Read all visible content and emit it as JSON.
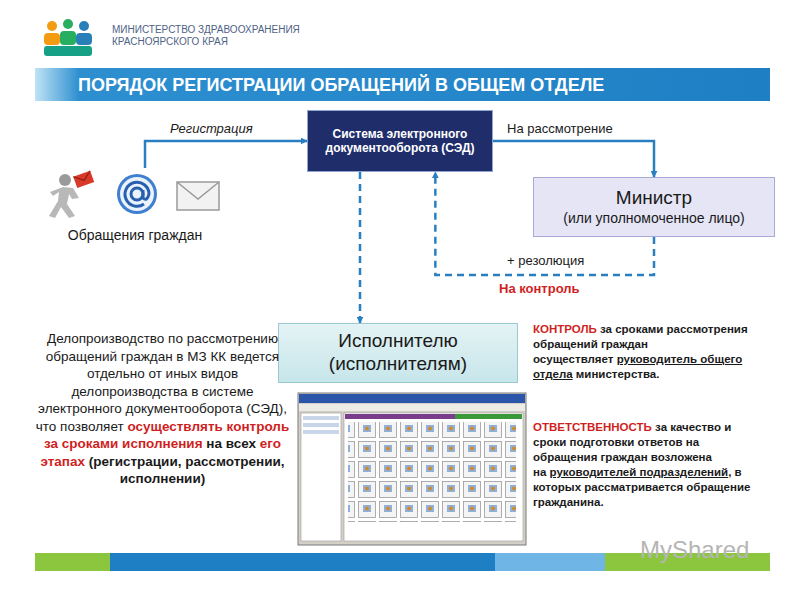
{
  "diagram": {
    "title": "ПОРЯДОК РЕГИСТРАЦИИ ОБРАЩЕНИЙ В ОБЩЕМ ОТДЕЛЕ",
    "nodes": [
      {
        "text": [
          "Обращения граждан"
        ]
      },
      {
        "text": [
          "Система электронного документооборота (СЭД)"
        ]
      },
      {
        "text": [
          "Министр",
          "(или уполномоченное лицо)"
        ]
      },
      {
        "text": [
          "Исполнителю (исполнителям)"
        ]
      }
    ],
    "edges": [
      {
        "from": 0,
        "to": 1,
        "label": "Регистрация",
        "arrow": "to"
      },
      {
        "from": 1,
        "to": 2,
        "label": "На рассмотрение",
        "arrow": "to"
      },
      {
        "from": 2,
        "to": 1,
        "label": "+ резолюция",
        "arrow": "to"
      },
      {
        "from": 1,
        "to": 3,
        "arrow": "to"
      }
    ],
    "labels": [
      "МИНИСТЕРСТВО ЗДРАВООХРАНЕНИЯ КРАСНОЯРСКОГО КРАЯ",
      "На контроль",
      "Делопроизводство по рассмотрению обращений граждан в МЗ КК ведется отдельно от иных видов делопроизводства в системе электронного документооборота (СЭД), что позволяет",
      "осуществлять контроль за сроками исполнения",
      "на всех",
      "его этапах",
      "(регистрации, рассмотрении, исполнении)",
      "КОНТРОЛЬ",
      "за сроками рассмотрения обращений граждан осуществляет",
      "руководитель общего отдела",
      "министерства.",
      "ОТВЕТСТВЕННОСТЬ",
      "за качество и сроки подготовки ответов на обращения граждан возложена на",
      "руководителей подразделений",
      ", в которых рассматривается обращение гражданина.",
      "MyShared"
    ]
  }
}
